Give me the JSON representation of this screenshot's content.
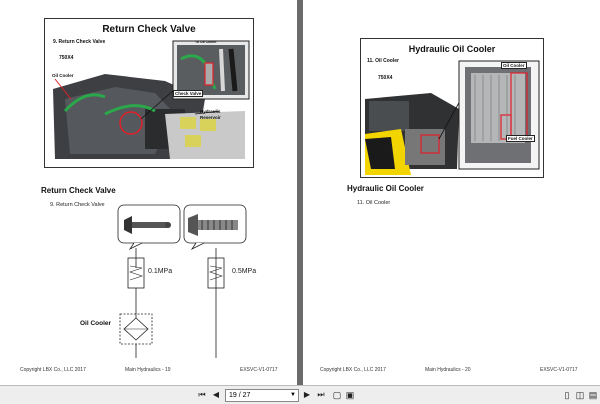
{
  "left_page": {
    "figure_title": "Return Check Valve",
    "figure_item": "9. Return Check Valve",
    "figure_model": "750X4",
    "callout_oil_cooler": "Oil Cooler",
    "callout_check_valve": "Check Valve",
    "callout_to_oil_cooler": "To Oil Cooler",
    "callout_hydraulic_reservoir": "Hydraulic Reservoir",
    "heading": "Return Check Valve",
    "item": "9. Return Check Valve",
    "valve1_label": "0.1MPa",
    "valve2_label": "0.5MPa",
    "oil_cooler_label": "Oil Cooler",
    "footer_copyright": "Copyright LBX Co., LLC 2017",
    "footer_section": "Main Hydraulics - 19",
    "footer_code": "EXSVC-V1-0717"
  },
  "right_page": {
    "figure_title": "Hydraulic Oil Cooler",
    "figure_item": "11. Oil Cooler",
    "figure_model": "750X4",
    "callout_oil_cooler": "Oil Cooler",
    "callout_fuel_cooler": "Fuel Cooler",
    "heading": "Hydraulic Oil Cooler",
    "item": "11. Oil Cooler",
    "footer_copyright": "Copyright LBX Co., LLC 2017",
    "footer_section": "Main Hydraulics - 20",
    "footer_code": "EXSVC-V1-0717"
  },
  "toolbar": {
    "page_value": "19 / 27",
    "first_icon": "first-page-icon",
    "prev_icon": "previous-page-icon",
    "next_icon": "next-page-icon",
    "last_icon": "last-page-icon"
  },
  "colors": {
    "accent_yellow": "#f2d400",
    "highlight_red": "#e0202a",
    "cooler_green": "#2aa84a"
  }
}
